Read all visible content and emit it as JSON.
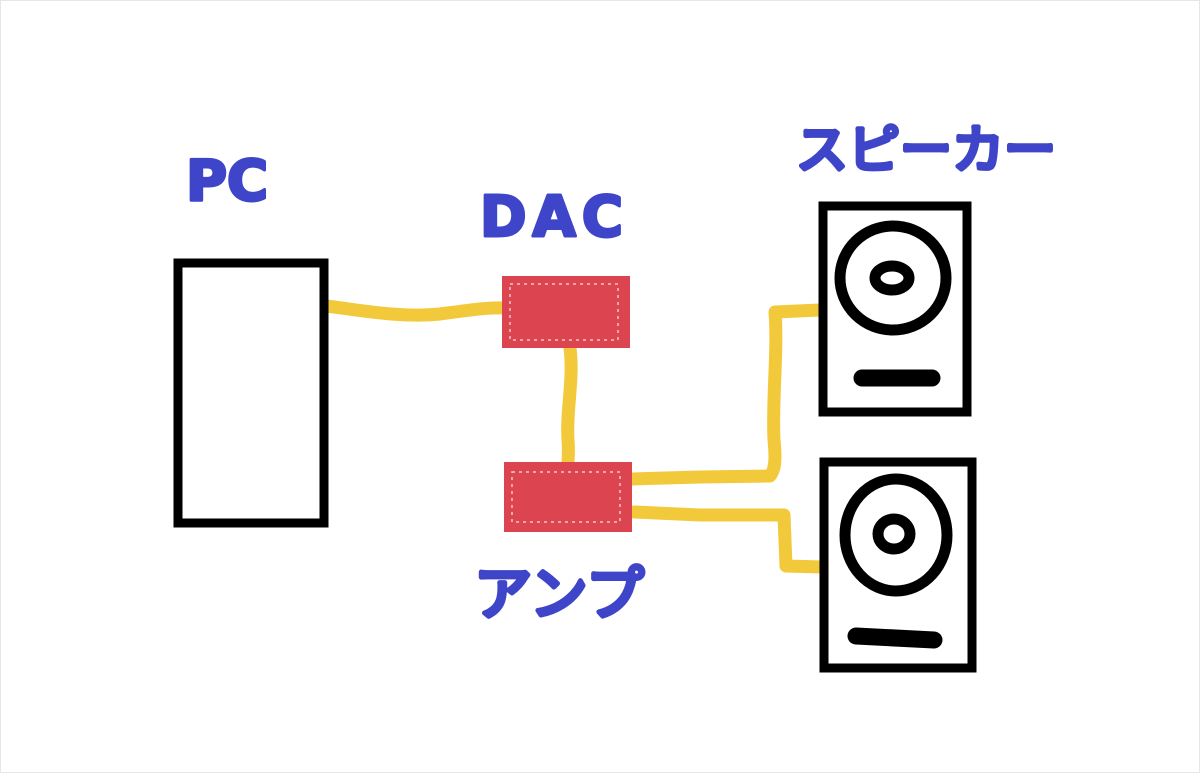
{
  "diagram": {
    "title": "PC audio chain",
    "nodes": {
      "pc": {
        "label": "PC"
      },
      "dac": {
        "label": "DAC",
        "color": "#dc4450"
      },
      "amp": {
        "label": "アンプ",
        "color": "#dc4450"
      },
      "speakers": {
        "label": "スピーカー",
        "count": 2
      }
    },
    "edges": [
      {
        "from": "pc",
        "to": "dac"
      },
      {
        "from": "dac",
        "to": "amp"
      },
      {
        "from": "amp",
        "to": "speaker-top"
      },
      {
        "from": "amp",
        "to": "speaker-bottom"
      }
    ],
    "colors": {
      "label": "#3f45c8",
      "wire": "#f2c93a",
      "device": "#dc4450",
      "outline": "#000000"
    }
  }
}
